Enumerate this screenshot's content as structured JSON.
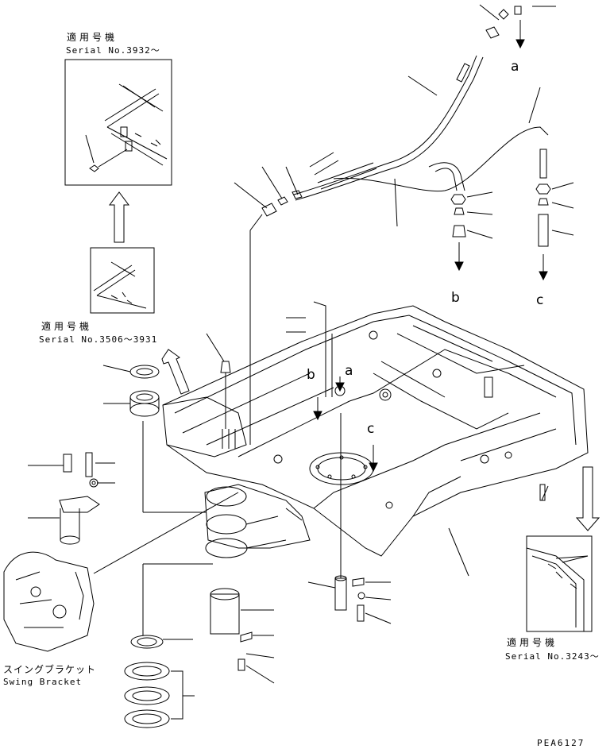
{
  "colors": {
    "ink": "#000000",
    "paper": "#ffffff"
  },
  "notes": {
    "top_left": {
      "jp": "適用号機",
      "serial": "Serial No.3932～"
    },
    "mid_left": {
      "jp": "適用号機",
      "serial": "Serial No.3506～3931"
    },
    "right": {
      "jp": "適用号機",
      "serial": "Serial No.3243～"
    }
  },
  "swing_bracket": {
    "jp": "スイングブラケット",
    "en": "Swing Bracket"
  },
  "connectors": [
    "a",
    "b",
    "c"
  ],
  "drawing_code": "PEA6127"
}
